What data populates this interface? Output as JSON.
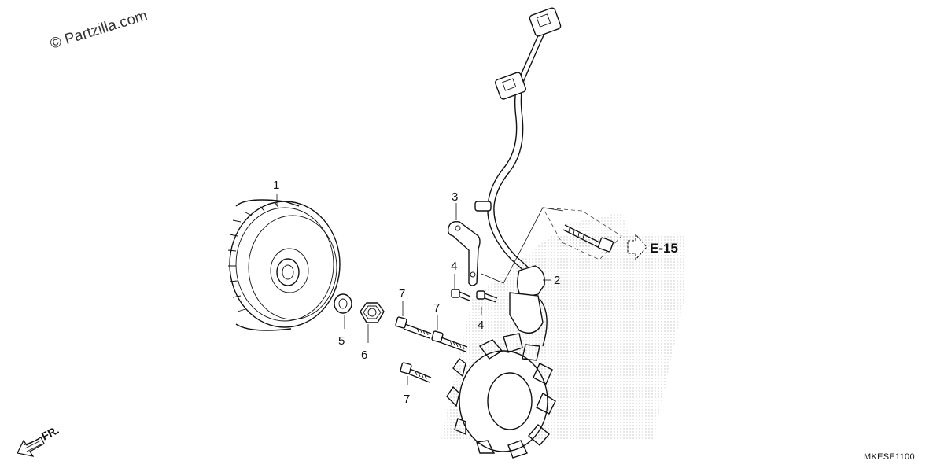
{
  "watermark": "© Partzilla.com",
  "diagram_code": "MKESE1100",
  "direction_marker": "FR.",
  "reference": "E-15",
  "callouts": {
    "c1": "1",
    "c2": "2",
    "c3": "3",
    "c4a": "4",
    "c4b": "4",
    "c5": "5",
    "c6": "6",
    "c7a": "7",
    "c7b": "7",
    "c7c": "7"
  },
  "colors": {
    "line": "#111111",
    "background": "#ffffff",
    "shading": "#bbbbbb"
  }
}
